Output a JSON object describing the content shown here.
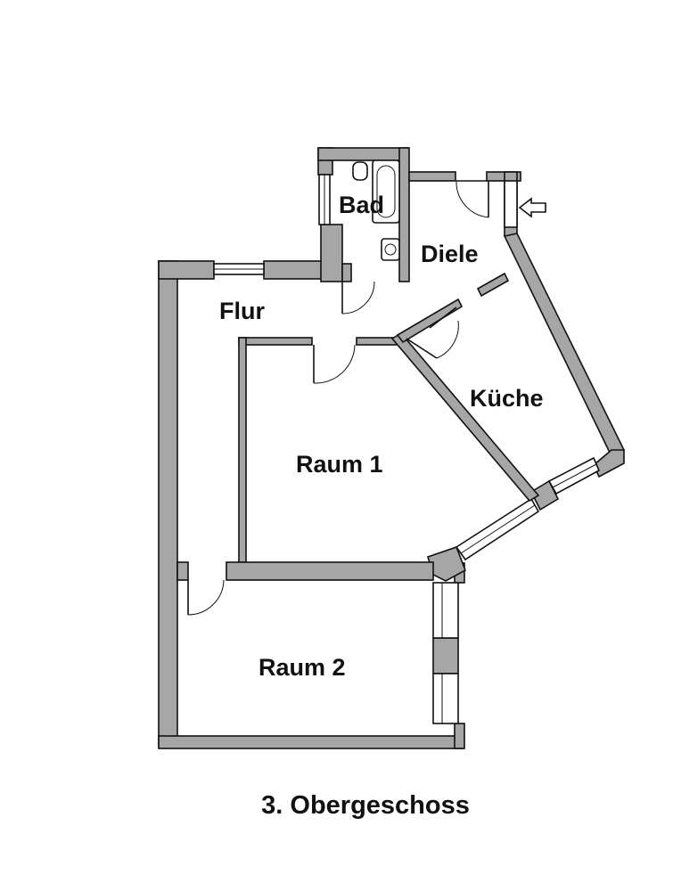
{
  "rooms": {
    "bad": "Bad",
    "diele": "Diele",
    "flur": "Flur",
    "kueche": "Küche",
    "raum1": "Raum 1",
    "raum2": "Raum 2"
  },
  "caption": "3. Obergeschoss",
  "colors": {
    "wall_fill": "#a6a6a6",
    "line": "#111111",
    "background": "#ffffff"
  },
  "icons": {
    "entrance": "entrance-arrow-icon"
  }
}
